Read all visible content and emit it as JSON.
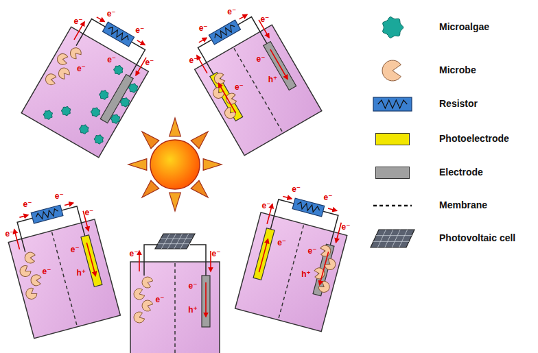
{
  "diagram": {
    "labels": [
      "e⁻",
      "e⁻",
      "e⁻",
      "e⁻",
      "e⁻",
      "e⁻",
      "e⁻",
      "e⁻",
      "e⁻",
      "e⁻",
      "e⁻",
      "e⁻",
      "h⁺",
      "e⁻",
      "e⁻",
      "e⁻",
      "e⁻",
      "e⁻",
      "e⁻",
      "h⁺",
      "e⁻",
      "e⁻",
      "e⁻",
      "e⁻",
      "e⁻",
      "e⁻",
      "h⁺",
      "e⁻",
      "e⁻",
      "e⁻",
      "e⁻",
      "h⁺"
    ],
    "legend": [
      {
        "text": "Microalgae"
      },
      {
        "text": "Microbe"
      },
      {
        "text": "Resistor"
      },
      {
        "text": "Photoelectrode",
        "color": "#f2e600"
      },
      {
        "text": "Electrode",
        "color": "#a0a0a0"
      },
      {
        "text": "Membrane"
      },
      {
        "text": "Photovoltaic cell"
      }
    ]
  }
}
